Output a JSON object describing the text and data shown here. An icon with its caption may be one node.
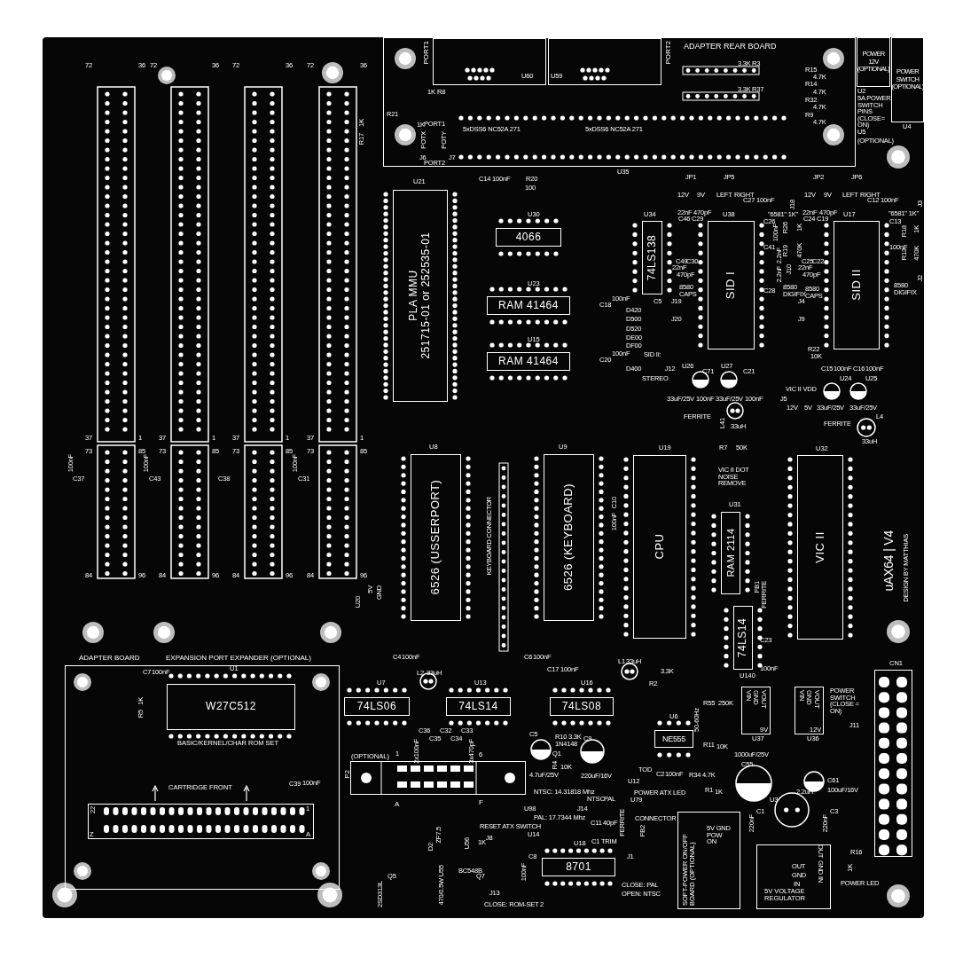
{
  "diagram": {
    "nodes": [
      {
        "text": [
          "ADAPTER REAR BOARD"
        ]
      },
      {
        "text": [
          "PORT1"
        ],
        "in": 0
      },
      {
        "text": [
          "PORT2"
        ],
        "in": 0
      },
      {
        "text": [
          "PLA MMU",
          "251715-01 or 252535-01"
        ],
        "beside": [
          "U21"
        ]
      },
      {
        "text": [
          "4066"
        ],
        "beside": [
          "U30"
        ]
      },
      {
        "text": [
          "RAM 41464"
        ],
        "beside": [
          "U23"
        ]
      },
      {
        "text": [
          "RAM 41464"
        ],
        "beside": [
          "U15"
        ]
      },
      {
        "text": [
          "74LS138"
        ],
        "beside": [
          "U34"
        ]
      },
      {
        "text": [
          "SID I"
        ],
        "beside": [
          "U38"
        ]
      },
      {
        "text": [
          "SID II"
        ],
        "beside": [
          "U17"
        ]
      },
      {
        "text": [
          "6526 (USSERPORT)"
        ],
        "beside": [
          "U8"
        ]
      },
      {
        "text": [
          "6526 (KEYBOARD)"
        ],
        "beside": [
          "U9"
        ]
      },
      {
        "text": [
          "CPU"
        ],
        "beside": [
          "U19"
        ]
      },
      {
        "text": [
          "RAM 2114"
        ],
        "beside": [
          "U31"
        ]
      },
      {
        "text": [
          "74LS14"
        ],
        "beside": [
          "U140"
        ]
      },
      {
        "text": [
          "VIC II"
        ],
        "beside": [
          "U32"
        ]
      },
      {
        "text": [
          "74LS06"
        ],
        "beside": [
          "U7"
        ]
      },
      {
        "text": [
          "74LS14"
        ],
        "beside": [
          "U13"
        ]
      },
      {
        "text": [
          "74LS08"
        ],
        "beside": [
          "U16"
        ]
      },
      {
        "text": [
          "NE555"
        ],
        "beside": [
          "U6"
        ]
      },
      {
        "text": [
          "8701"
        ],
        "beside": [
          "U18"
        ]
      },
      {
        "text": [
          "ADAPTER BOARD",
          "EXPANSION PORT EXPANDER (OPTIONAL)"
        ]
      },
      {
        "text": [
          "W27C512"
        ],
        "in": 21,
        "beside": [
          "U1",
          "BASIC/KERNEL/CHAR ROM SET"
        ]
      },
      {
        "text": [],
        "shape": "box",
        "in": 21,
        "beside": [
          "CARTRIDGE FRONT"
        ]
      },
      {
        "text": [
          "VIN",
          "GND",
          "VOUT",
          "9V"
        ],
        "beside": [
          "U37"
        ]
      },
      {
        "text": [
          "VIN",
          "GND",
          "VOUT",
          "12V"
        ],
        "beside": [
          "U36"
        ]
      },
      {
        "text": [],
        "shape": "box",
        "beside": [
          "CN1"
        ]
      },
      {
        "text": [
          "SOFT-POWER ON/OFF BOARD (OPTIONAL)"
        ]
      },
      {
        "text": [
          "5V VOLTAGE REGULATOR"
        ]
      },
      {
        "text": [],
        "shape": "box",
        "beside": [
          "(OPTIONAL)",
          "1",
          "6",
          "P2",
          "A",
          "F"
        ]
      },
      {
        "text": [
          "POWER SWITCH (OPTIONAL)"
        ],
        "beside": [
          "U4"
        ]
      },
      {
        "text": [
          "POWER 12V (OPTIONAL)"
        ]
      }
    ],
    "labels": [
      "72",
      "36",
      "37",
      "1",
      "73",
      "85",
      "84",
      "96",
      "72",
      "36",
      "37",
      "1",
      "73",
      "85",
      "84",
      "96",
      "72",
      "36",
      "37",
      "1",
      "73",
      "85",
      "84",
      "96",
      "72",
      "36",
      "37",
      "1",
      "73",
      "85",
      "84",
      "96",
      "100nF",
      "C37",
      "100nF",
      "C43",
      "C38",
      "100nF",
      "C31",
      "U20",
      "5V",
      "GND",
      "1K",
      "R8",
      "R21",
      "1K",
      "1K",
      "R17",
      "PORT1",
      "POTX",
      "POTY",
      "J6",
      "J7",
      "PORT2",
      "5xDSS6 NC52A 271",
      "5xDSS6 NC52A 271",
      "U60",
      "U59",
      "3.3K",
      "R3",
      "3.3K",
      "R37",
      "R15",
      "4.7K",
      "R14",
      "4.7K",
      "R32",
      "4.7K",
      "R9",
      "4.7K",
      "U2",
      "5A POWER SWITCH PINS (CLOSE= ON)",
      "U5",
      "(OPTIONAL)",
      "U35",
      "C14",
      "100nF",
      "R20",
      "100",
      "JP1",
      "12V",
      "9V",
      "JP5",
      "LEFT",
      "RIGHT",
      "JP2",
      "12V",
      "9V",
      "JP6",
      "LEFT",
      "RIGHT",
      "C27",
      "100nF",
      "J18",
      "\"6581\" 1K\"",
      "J3",
      "\"6581\" 1K\"",
      "C12",
      "100nF",
      "22nF",
      "470pF",
      "C46",
      "C29",
      "C49",
      "C30",
      "22nF",
      "470pF",
      "C26",
      "100nF",
      "C41",
      "2.2nF",
      "2.2nF",
      "C28",
      "R26",
      "1K",
      "R19",
      "470K",
      "8580 CAPS",
      "J10",
      "8580 DIGIFIX",
      "J19",
      "J20",
      "22nF",
      "470pF",
      "C24",
      "C19",
      "C25",
      "C22",
      "22nF",
      "470pF",
      "8580 CAPS",
      "J4",
      "J9",
      "C13",
      "100nF",
      "R18",
      "1K",
      "R13",
      "470K",
      "J2",
      "8580 DIGIFIX",
      "D420",
      "D500",
      "D520",
      "DE00",
      "DF00",
      "C5",
      "SID II:",
      "D400",
      "J12",
      "STEREO",
      "C18",
      "100nF",
      "C20",
      "100nF",
      "U26",
      "33uF/25V",
      "C71",
      "100nF",
      "U27",
      "33uF/25V",
      "C21",
      "100nF",
      "FERRITE",
      "L41",
      "33uH",
      "VIC II VDD",
      "J5",
      "12V",
      "5V",
      "C15",
      "100nF",
      "C16",
      "100nF",
      "U24",
      "U25",
      "33uF/25V",
      "33uF/25V",
      "FERRITE",
      "L4",
      "33uH",
      "R22",
      "10K",
      "R7",
      "50K",
      "VIC II DOT NOISE REMOVE",
      "KEYBOARD CONNECTOR",
      "C10",
      "100nF",
      "FB1",
      "FERRITE",
      "C23",
      "100nF",
      "3.3K",
      "R2",
      "POWER SWITCH (CLOSE = ON)",
      "J11",
      "uAX64 | V4",
      "DESIGN BY MATTHIAS",
      "R55",
      "250K",
      "50-60Hz",
      "R11",
      "10K",
      "1000uF/25V",
      "C55",
      "C2",
      "100nF",
      "TOD",
      "U12",
      "R34",
      "4.7K",
      "R1",
      "1K",
      "C61",
      "100uF/16V",
      "POWER ATX LED",
      "U79",
      "CONNECTOR",
      "U3",
      "2.2uH",
      "C1",
      "220nF",
      "C3",
      "220nF",
      "5V GND POW ON",
      "OUT",
      "GND",
      "IN",
      "OUT",
      "GND",
      "IN",
      "R16",
      "1K",
      "POWER LED",
      "C4",
      "100nF",
      "L2",
      "33uH",
      "C6",
      "100nF",
      "C17",
      "100nF",
      "L1",
      "33uH",
      "C36",
      "C35",
      "C32",
      "C34",
      "C33",
      "2x100nF",
      "3x470pF",
      "C5",
      "4.7uF/25V",
      "R10",
      "3.3K",
      "1N4148",
      "Q1",
      "R4",
      "10K",
      "C9",
      "220uF/16V",
      "NTSC: 14.31818 Mhz",
      "U98",
      "PAL: 17.7344 Mhz",
      "U14",
      "J14",
      "NTSC",
      "PAL",
      "C11",
      "40pF",
      "C1 TRIM",
      "FERRITE",
      "FB2",
      "RESET ATX SWITCH",
      "J8",
      "ZF7.5",
      "D2",
      "U56",
      "1K",
      "BC548B",
      "Q7",
      "U55",
      "470/0.5W",
      "Q5",
      "2SD313L",
      "J13",
      "CLOSE: ROM-SET 2",
      "C8",
      "100nF",
      "J1",
      "CLOSE: PAL",
      "OPEN: NTSC",
      "C7",
      "100nF",
      "1K",
      "R5",
      "C39",
      "100nF",
      "22",
      "Z",
      "1",
      "A"
    ]
  }
}
